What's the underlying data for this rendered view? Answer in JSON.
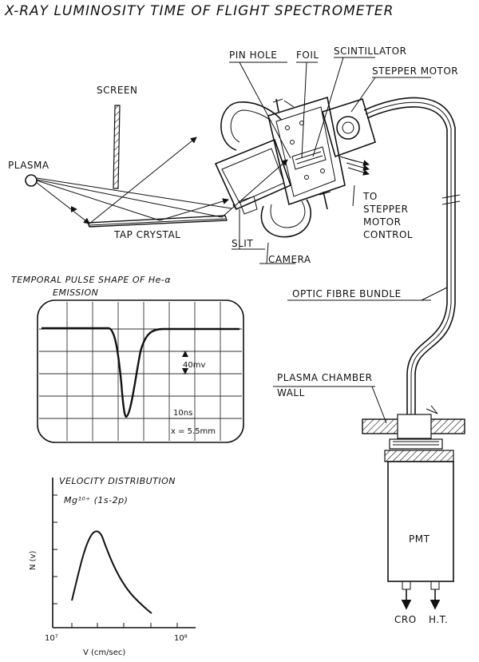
{
  "title": "X-RAY LUMINOSITY TIME OF FLIGHT SPECTROMETER",
  "labels": {
    "pin_hole": "PIN HOLE",
    "foil": "FOIL",
    "scintillator": "SCINTILLATOR",
    "stepper_motor": "STEPPER MOTOR",
    "screen": "SCREEN",
    "plasma": "PLASMA",
    "tap_crystal": "TAP CRYSTAL",
    "slit": "SLIT",
    "camera": "CAMERA",
    "to_stepper_1": "TO",
    "to_stepper_2": "STEPPER",
    "to_stepper_3": "MOTOR",
    "to_stepper_4": "CONTROL",
    "optic_fibre": "OPTIC FIBRE BUNDLE",
    "plasma_chamber_1": "PLASMA CHAMBER",
    "plasma_chamber_2": "WALL",
    "pmt": "PMT",
    "cro": "CRO",
    "ht": "H.T."
  },
  "pulse_panel": {
    "title_line1": "TEMPORAL PULSE SHAPE OF He-α",
    "title_line2": "EMISSION",
    "vscale": "40mv",
    "hscale": "10ns",
    "position": "x = 5.5mm"
  },
  "velocity_plot": {
    "title_line1": "VELOCITY DISTRIBUTION",
    "title_line2": "Mg¹⁰⁺ (1s-2p)",
    "ylabel": "N (v)",
    "xlabel": "V (cm/sec)",
    "xtick_left": "10⁷",
    "xtick_right": "10⁸"
  }
}
